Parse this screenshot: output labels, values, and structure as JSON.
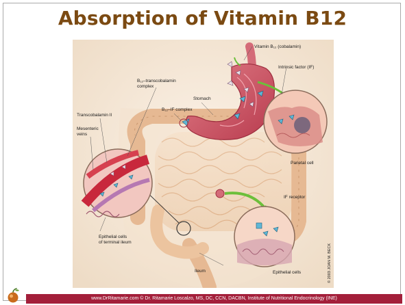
{
  "slide": {
    "title": "Absorption of Vitamin B12",
    "footer": "www.DrRitamarie.com     © Dr. Ritamarie Loscalzo, MS, DC, CCN, DACBN, Institute of Nutritional Endocrinology (INE)"
  },
  "illustration": {
    "labels": {
      "vitamin": "Vitamin B₁₂ (cobalamin)",
      "intrinsic_factor": "Intrinsic factor (IF)",
      "stomach": "Stomach",
      "b12_if_complex": "B₁₂–IF complex",
      "b12_tc_line1": "B₁₂–transcobalamin",
      "b12_tc_line2": "complex",
      "transcobalamin": "Transcobalamin II",
      "mesenteric_line1": "Mesenteric",
      "mesenteric_line2": "veins",
      "parietal": "Parietal cell",
      "if_receptor": "IF receptor",
      "epithelial_line1": "Epithelial cells",
      "epithelial_line2": "of terminal ileum",
      "ileum": "Ileum",
      "epithelial_cells": "Epithelial cells",
      "copyright": "© 2003 JOAN M. BECK"
    }
  }
}
